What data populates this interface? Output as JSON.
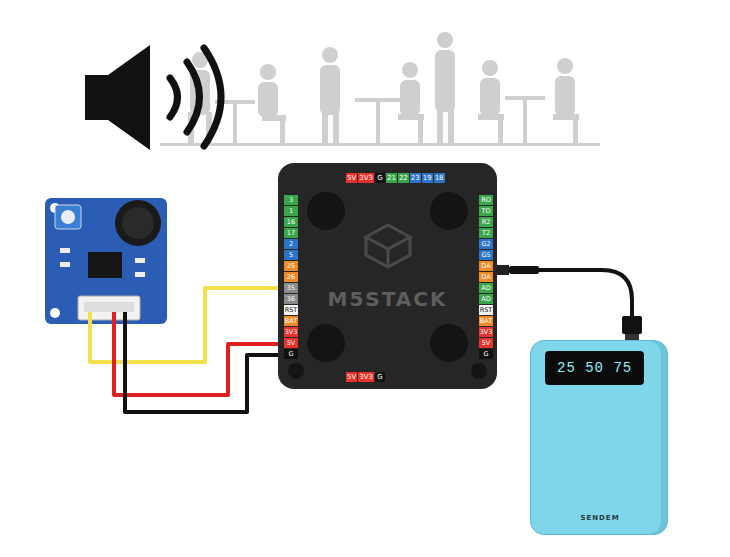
{
  "diagram": {
    "nodes": [
      {
        "text": [
          "M5STACK"
        ]
      },
      {
        "text": [
          "25 50 75",
          "SENDEM"
        ]
      }
    ],
    "edges": [
      {
        "from": 0,
        "to": 1,
        "arrow": "none"
      }
    ],
    "labels": [
      "5V",
      "3V3",
      "G",
      "21",
      "22",
      "23",
      "19",
      "18",
      "3",
      "1",
      "16",
      "17",
      "2",
      "5",
      "25",
      "26",
      "35",
      "36",
      "RST",
      "BAT",
      "3V3",
      "5V",
      "G",
      "RO",
      "TO",
      "R2",
      "T2",
      "G2",
      "G5",
      "DA",
      "DA",
      "AD",
      "AD",
      "RST",
      "BAT",
      "3V3",
      "5V",
      "G",
      "5V",
      "3V3",
      "G"
    ]
  }
}
